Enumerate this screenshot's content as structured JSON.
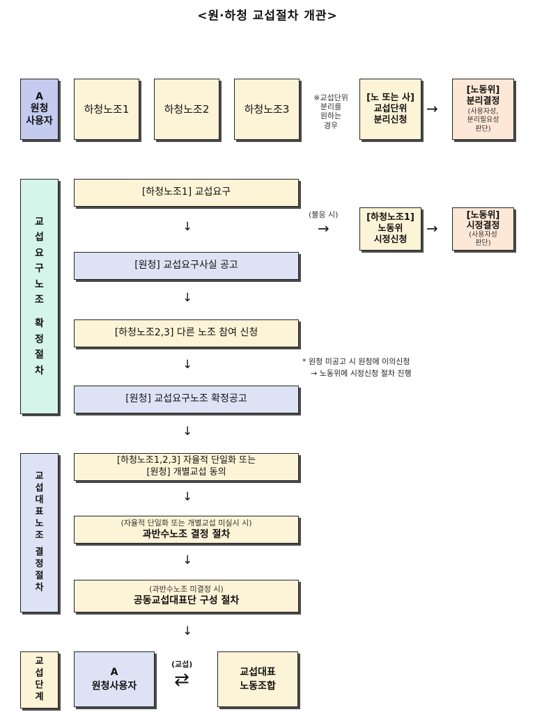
{
  "title": "<원·하청 교섭절차 개관>",
  "row1": {
    "a_user": [
      "A",
      "원청",
      "사용자"
    ],
    "unions": [
      "하청노조1",
      "하청노조2",
      "하청노조3"
    ],
    "note": [
      "※교섭단위",
      "분리를",
      "원하는",
      "경우"
    ],
    "split_request": [
      "[노 또는 사]",
      "교섭단위",
      "분리신청"
    ],
    "split_decision": {
      "title": [
        "[노동위]",
        "분리결정"
      ],
      "sub": [
        "(사용자성,",
        "분리필요성",
        "판단)"
      ]
    }
  },
  "stage1_label": [
    "교",
    "섭",
    "요",
    "구",
    "노",
    "조",
    "",
    "확",
    "정",
    "절",
    "차"
  ],
  "stage1_steps": [
    "[하청노조1] 교섭요구",
    "[원청] 교섭요구사실 공고",
    "[하청노조2,3] 다른 노조 참여 신청",
    "[원청] 교섭요구노조 확정공고"
  ],
  "refusal": {
    "label": "(불응 시)",
    "request": [
      "[하청노조1]",
      "노동위",
      "시정신청"
    ],
    "decision": {
      "title": [
        "[노동위]",
        "시정결정"
      ],
      "sub": [
        "(사용자성",
        "판단)"
      ]
    }
  },
  "notice_note": [
    "* 원청 미공고 시 원청에 이의신청",
    "→ 노동위에 시정신청 절차 진행"
  ],
  "stage2_label": [
    "교",
    "섭",
    "대",
    "표",
    "노",
    "조",
    "",
    "결",
    "정",
    "절",
    "차"
  ],
  "stage2_steps": [
    {
      "lines": [
        "[하청노조1,2,3] 자율적 단일화 또는",
        "[원청] 개별교섭 동의"
      ]
    },
    {
      "sub": "(자율적 단일화 또는 개별교섭 미실시 시)",
      "main": "과반수노조 결정 절차"
    },
    {
      "sub": "(과반수노조 미결정 시)",
      "main": "공동교섭대표단 구성 절차"
    }
  ],
  "stage3_label": [
    "교",
    "섭",
    "단",
    "계"
  ],
  "bargain": {
    "employer": [
      "A",
      "원청사용자"
    ],
    "label": "(교섭)",
    "arrow": "⇄",
    "union": [
      "교섭대표",
      "노동조합"
    ]
  },
  "arrows": {
    "down": "↓",
    "right": "→"
  }
}
